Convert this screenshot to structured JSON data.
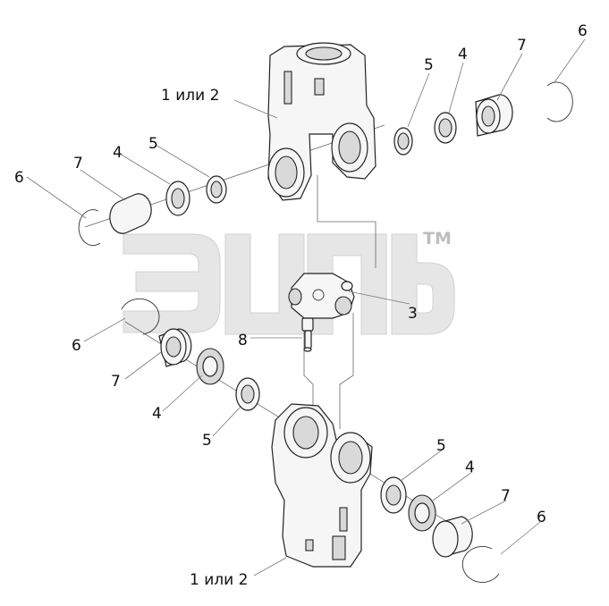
{
  "watermark": {
    "tm": "TM"
  },
  "labels": {
    "yoke_top": "1 или 2",
    "yoke_bottom": "1 или 2",
    "cross": "3",
    "grease_fitting": "8",
    "tr_6": "6",
    "tr_7": "7",
    "tr_4": "4",
    "tr_5": "5",
    "tl_6": "6",
    "tl_7": "7",
    "tl_4": "4",
    "tl_5": "5",
    "ml_6": "6",
    "ml_7": "7",
    "ml_4": "4",
    "ml_5": "5",
    "br_5": "5",
    "br_4": "4",
    "br_7": "7",
    "br_6": "6"
  }
}
